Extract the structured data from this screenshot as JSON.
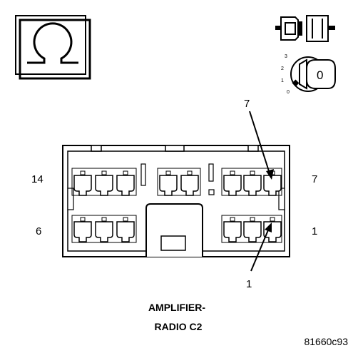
{
  "pin_labels": {
    "top_callout": "7",
    "left_top": "14",
    "right_top": "7",
    "left_bottom": "6",
    "right_bottom": "1",
    "bottom_callout": "1"
  },
  "caption": {
    "line1": "AMPLIFIER-",
    "line2": "RADIO C2"
  },
  "figure_id": "81660c93",
  "ignition_key": {
    "positions": [
      "3",
      "2",
      "1",
      "0"
    ],
    "current": "0"
  },
  "icons": {
    "ohm": "ohmmeter-icon",
    "connector": "disconnected-connector-icon",
    "key": "ignition-key-off-icon"
  },
  "colors": {
    "line": "#000000",
    "background": "#ffffff"
  }
}
